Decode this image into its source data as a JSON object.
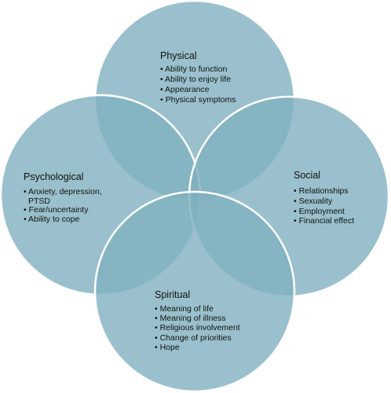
{
  "colors": {
    "circle_fill": "#7fb0bf",
    "circle_stroke": "#ffffff",
    "text": "#111111"
  },
  "circles": [
    {
      "key": "physical",
      "title": "Physical",
      "items": [
        "• Ability to function",
        "• Ability to enjoy life",
        "• Appearance",
        "• Physical symptoms"
      ]
    },
    {
      "key": "psychological",
      "title": "Psychological",
      "items": [
        "• Anxiety, depression,",
        "PTSD",
        "• Fear/uncertainty",
        "• Ability to cope"
      ]
    },
    {
      "key": "social",
      "title": "Social",
      "items": [
        "• Relationships",
        "• Sexuality",
        "• Employment",
        "• Financial effect"
      ]
    },
    {
      "key": "spiritual",
      "title": "Spiritual",
      "items": [
        "• Meaning of life",
        "• Meaning of illness",
        "• Religious involvement",
        "• Change of priorities",
        "• Hope"
      ]
    }
  ]
}
